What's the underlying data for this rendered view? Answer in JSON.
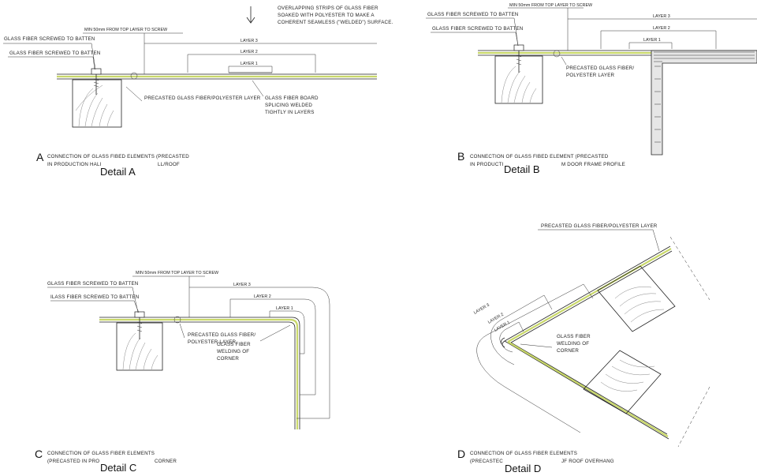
{
  "detail_a": {
    "letter": "A",
    "caption_1": "CONNECTION OF GLASS FIBED ELEMENTS (PRECASTED",
    "caption_2": "IN PRODUCTION HALI",
    "caption_2b": "LL/ROOF",
    "title": "Detail A",
    "label_screw_1": "GLASS FIBER SCREWED TO BATTEN",
    "label_screw_2": "GLASS FIBER SCREWED TO BATTEN",
    "label_min": "MIN 50mm FROM TOP LAYER TO SCREW",
    "label_overlap_1": "OVERLAPPING STRIPS OF GLASS FIBER",
    "label_overlap_2": "SOAKED WITH POLYESTER TO MAKE A",
    "label_overlap_3": "COHERENT SEAMLESS (\"WELDED\") SURFACE.",
    "layer_3": "LAYER 3",
    "layer_2": "LAYER 2",
    "layer_1": "LAYER 1",
    "label_precast": "PRECASTED GLASS FIBER/POLYESTER LAYER",
    "label_board_1": "GLASS FIBER BOARD",
    "label_board_2": "SPLICING WELDED",
    "label_board_3": "TIGHTLY IN LAYERS"
  },
  "detail_b": {
    "letter": "B",
    "caption_1": "CONNECTION OF GLASS FIBED ELEMENT (PRECASTED",
    "caption_2": "IN PRODUCTI",
    "caption_2b": "M DOOR FRAME PROFILE",
    "title": "Detail B",
    "label_screw_1": "GLASS FIBER SCREWED TO BATTEN",
    "label_screw_2": "GLASS FIBER SCREWED TO BATTEN",
    "label_min": "MIN 50mm FROM TOP LAYER TO SCREW",
    "layer_3": "LAYER 3",
    "layer_2": "LAYER 2",
    "layer_1": "LAYER 1",
    "label_precast_1": "PRECASTED GLASS FIBER/",
    "label_precast_2": "POLYESTER LAYER"
  },
  "detail_c": {
    "letter": "C",
    "caption_1": "CONNECTION OF GLASS FIBER ELEMENTS",
    "caption_2": "(PRECASTED IN PRO",
    "caption_2b": "CORNER",
    "title": "Detail C",
    "label_screw_1": "GLASS FIBER SCREWED TO BATTEN",
    "label_screw_2": "ILASS FIBER SCREWED TO BATTEN",
    "label_min": "MIN 50mm FROM TOP LAYER TO SCREW",
    "layer_3": "LAYER 3",
    "layer_2": "LAYER 2",
    "layer_1": "LAYER 1",
    "label_precast_1": "PRECASTED GLASS FIBER/",
    "label_precast_2": "POLYESTER LAYER",
    "label_weld_1": "GLASS FIBER",
    "label_weld_2": "WELDING OF",
    "label_weld_3": "CORNER"
  },
  "detail_d": {
    "letter": "D",
    "caption_1": "CONNECTION OF GLASS FIBER ELEMENTS",
    "caption_2": "(PRECASTEC",
    "caption_2b": "JF ROOF OVERHANG",
    "title": "Detail D",
    "label_precast": "PRECASTED GLASS FIBER/POLYESTER LAYER",
    "layer_3": "LAYER 3",
    "layer_2": "LAYER 2",
    "layer_1": "LAYER 1",
    "label_weld_1": "GLASS FIBER",
    "label_weld_2": "WELDING OF",
    "label_weld_3": "CORNER"
  }
}
